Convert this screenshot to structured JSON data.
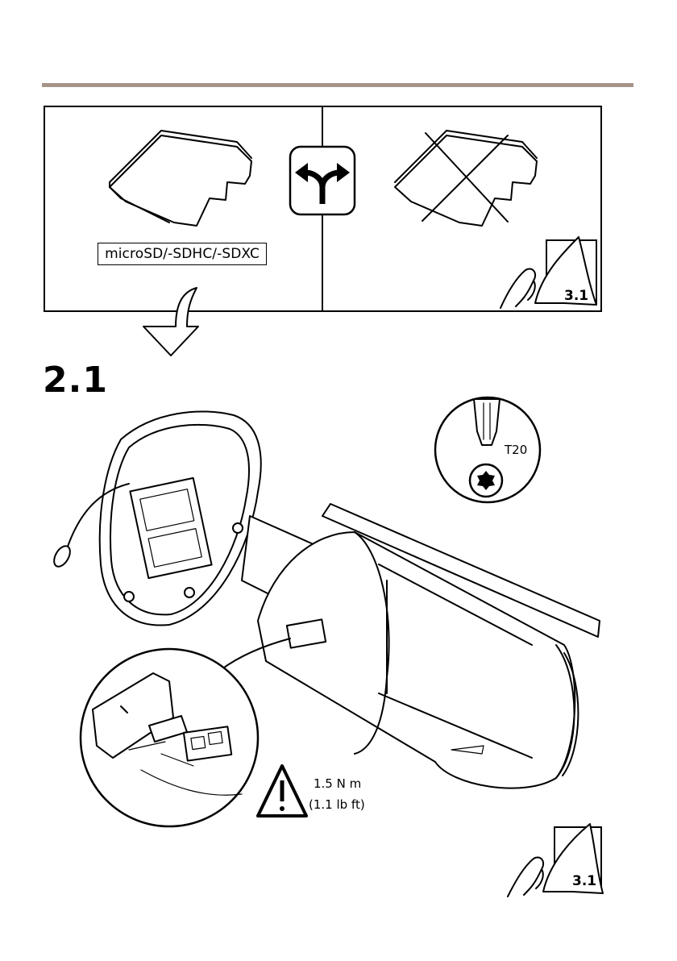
{
  "card_label": "microSD/-SDHC/-SDXC",
  "step_number": "2.1",
  "page_ref_top": "3.1",
  "page_ref_bottom": "3.1",
  "tool_label": "T20",
  "torque_line1": "1.5 N m",
  "torque_line2": "(1.1 lb ft)",
  "colors": {
    "rule": "#a79489",
    "ink": "#000000"
  },
  "icons": [
    "micro-sd-card-icon",
    "fork-arrow-icon",
    "turn-page-icon",
    "down-arrow-icon",
    "torx-screwdriver-icon",
    "warning-icon"
  ]
}
